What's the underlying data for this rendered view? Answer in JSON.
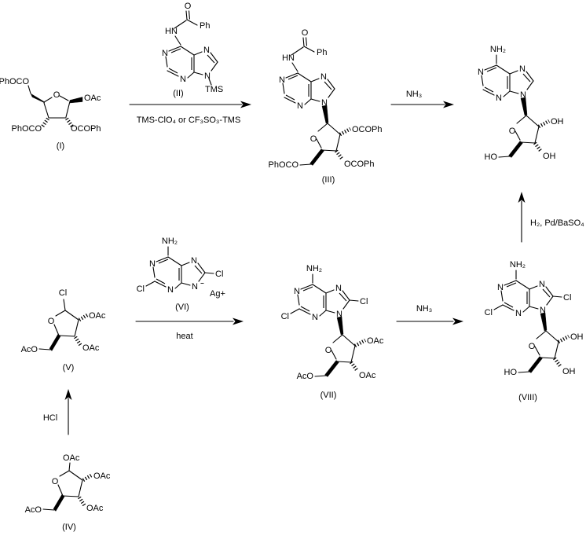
{
  "atoms": {
    "n": "N",
    "o": "O",
    "cl": "Cl",
    "hn": "HN",
    "ph": "Ph",
    "nh2": "NH₂",
    "oh": "OH",
    "ho": "HO",
    "oac": "OAc",
    "aco": "AcO",
    "ocoph": "OCOPh",
    "phoco": "PhOCO",
    "tms": "TMS",
    "minus": "−",
    "ag": "Ag+"
  },
  "captions": {
    "i": "(I)",
    "ii": "(II)",
    "iii": "(III)",
    "iv": "(IV)",
    "v": "(V)",
    "vi": "(VI)",
    "vii": "(VII)",
    "viii": "(VIII)"
  },
  "reagents": {
    "a1": "TMS-ClO₄ or CF₃SO₃-TMS",
    "nh3_top": "NH₃",
    "heat": "heat",
    "nh3_mid": "NH₃",
    "h2pd": "H₂, Pd/BaSO₄",
    "hcl": "HCl"
  }
}
